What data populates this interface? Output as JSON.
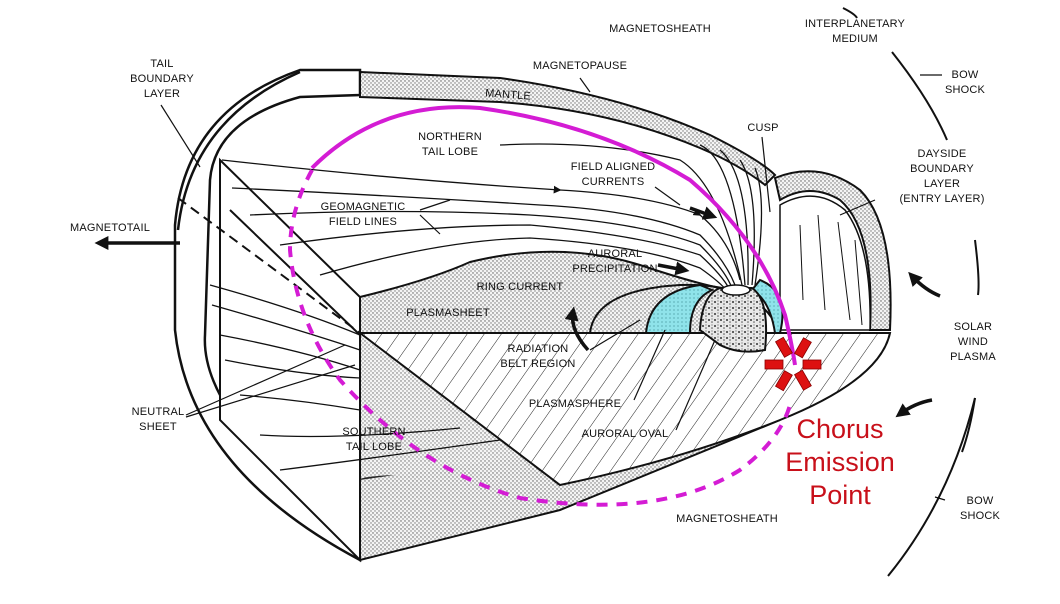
{
  "diagram": {
    "title": "Earth's Magnetosphere with Chorus Emission Point",
    "colors": {
      "outline": "#111111",
      "field_line_path": "#d41cd4",
      "chorus_marker": "#dd1111",
      "chorus_text": "#c8101a",
      "auroral_oval_fill": "#8fe3ea",
      "stipple": "#cfcfcf"
    },
    "labels": {
      "tail_boundary_layer": "TAIL\nBOUNDARY\nLAYER",
      "magnetosheath_top": "MAGNETOSHEATH",
      "interplanetary_medium": "INTERPLANETARY\nMEDIUM",
      "magnetopause": "MAGNETOPAUSE",
      "mantle": "MANTLE",
      "bow_shock_top": "BOW\nSHOCK",
      "northern_tail_lobe": "NORTHERN\nTAIL LOBE",
      "cusp": "CUSP",
      "dayside_boundary_layer": "DAYSIDE\nBOUNDARY\nLAYER\n(ENTRY LAYER)",
      "field_aligned_currents": "FIELD ALIGNED\nCURRENTS",
      "geomagnetic_field_lines": "GEOMAGNETIC\nFIELD LINES",
      "magnetotail": "MAGNETOTAIL",
      "auroral_precipitation": "AURORAL\nPRECIPITATION",
      "ring_current": "RING CURRENT",
      "plasmasheet": "PLASMASHEET",
      "solar_wind_plasma": "SOLAR\nWIND\nPLASMA",
      "radiation_belt_region": "RADIATION\nBELT REGION",
      "neutral_sheet": "NEUTRAL\nSHEET",
      "plasmasphere": "PLASMASPHERE",
      "southern_tail_lobe": "SOUTHERN\nTAIL LOBE",
      "auroral_oval": "AURORAL OVAL",
      "magnetosheath_bottom": "MAGNETOSHEATH",
      "bow_shock_bottom": "BOW\nSHOCK",
      "chorus_emission_point": "Chorus\nEmission\nPoint"
    }
  }
}
